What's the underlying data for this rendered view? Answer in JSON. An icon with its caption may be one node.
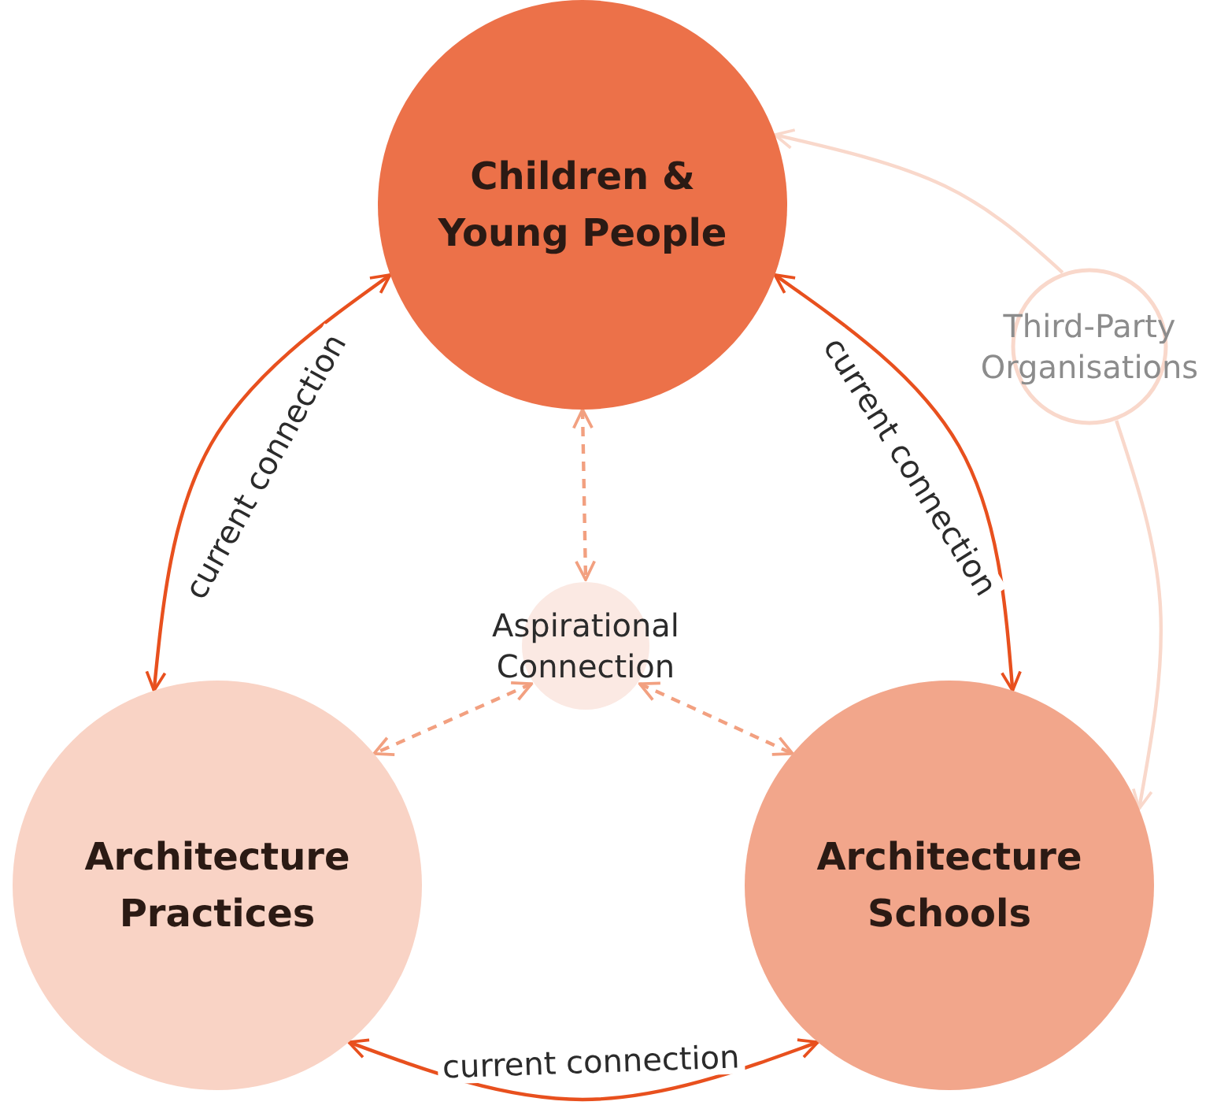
{
  "diagram": {
    "nodes": [
      {
        "text": [
          "Children & Young People"
        ]
      },
      {
        "text": [
          "Third-Party Organisations"
        ]
      },
      {
        "text": [
          "Aspirational Connection"
        ]
      },
      {
        "text": [
          "Architecture Practices"
        ]
      },
      {
        "text": [
          "Architecture Schools"
        ]
      }
    ],
    "edges": [
      {
        "from": 0,
        "to": 3,
        "arrow": "both",
        "label": "current connection"
      },
      {
        "from": 0,
        "to": 4,
        "arrow": "both",
        "label": "current connection"
      },
      {
        "from": 0,
        "to": 2,
        "arrow": "both",
        "style": "dashed",
        "color": "#f2a080"
      },
      {
        "from": 2,
        "to": 3,
        "arrow": "both",
        "style": "dashed",
        "color": "#f2a080"
      },
      {
        "from": 2,
        "to": 4,
        "arrow": "both",
        "style": "dashed",
        "color": "#f2a080"
      },
      {
        "from": 3,
        "to": 4,
        "arrow": "both",
        "label": "current connection"
      },
      {
        "from": 1,
        "to": 0,
        "arrow": "to",
        "color": "#f9d8cb"
      },
      {
        "from": 1,
        "to": 4,
        "arrow": "to",
        "color": "#f9d8cb"
      }
    ]
  }
}
